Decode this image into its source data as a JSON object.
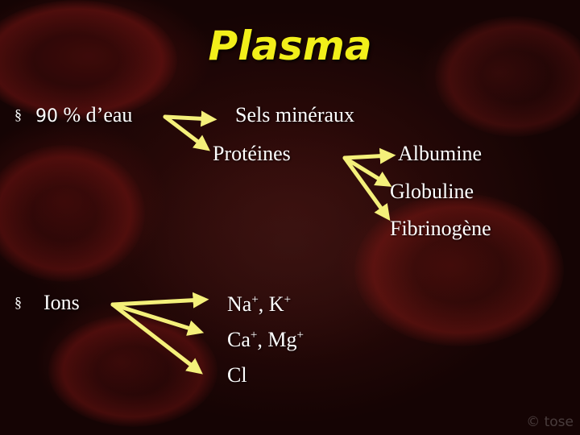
{
  "slide": {
    "title": "Plasma",
    "bullets": [
      {
        "marker": "§",
        "num": "90",
        "rest": " % d’eau"
      },
      {
        "marker": "§",
        "text": "Ions"
      }
    ],
    "eau_targets": [
      "Sels minéraux",
      "Protéines"
    ],
    "proteines_targets": [
      "Albumine",
      "Globuline",
      "Fibrinogène"
    ],
    "ions": [
      {
        "a": "Na",
        "a_sup": "+",
        "sep": ", ",
        "b": "K",
        "b_sup": "+"
      },
      {
        "a": "Ca",
        "a_sup": "+",
        "sep": ", ",
        "b": "Mg",
        "b_sup": "+"
      },
      {
        "a": "Cl"
      }
    ],
    "watermark": "© tose",
    "colors": {
      "title": "#f2ef1a",
      "arrow": "#f4f07a",
      "text": "#ffffff"
    }
  }
}
